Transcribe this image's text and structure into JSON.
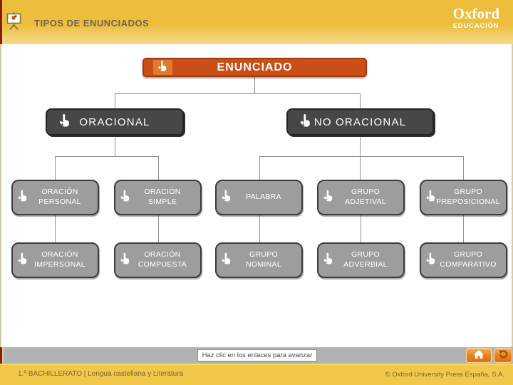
{
  "header": {
    "title": "TIPOS DE ENUNCIADOS",
    "logo": {
      "brand": "Oxford",
      "sub": "EDUCACIÓN"
    }
  },
  "diagram": {
    "root_label": "ENUNCIADO",
    "branches": [
      {
        "label": "ORACIONAL"
      },
      {
        "label": "NO ORACIONAL"
      }
    ],
    "cells": [
      [
        "ORACIÓN\nPERSONAL",
        "ORACIÓN\nSIMPLE",
        "PALABRA",
        "GRUPO\nADJETIVAL",
        "GRUPO\nPREPOSICIONAL"
      ],
      [
        "ORACIÓN\nIMPERSONAL",
        "ORACIÓN\nCOMPUESTA",
        "GRUPO\nNOMINAL",
        "GRUPO\nADVERBIAL",
        "GRUPO\nCOMPARATIVO"
      ]
    ]
  },
  "hint": {
    "text": "Haz clic en los enlaces para avanzar"
  },
  "footer": {
    "course": "1.º BACHILLERATO | Lengua castellana y Literatura",
    "copyright": "© Oxford University Press España, S.A."
  },
  "icons": {
    "easel": "presentation-board",
    "hand": "hand-pointer-plus",
    "home": "house",
    "back": "undo-arrow"
  },
  "colors": {
    "root_box": "#cc4e17",
    "branch_box": "#474747",
    "cell_box": "#9d9d9d",
    "header_gold": "#edbd3c",
    "footer_gold": "#f2c84b",
    "accent_maroon": "#8e1a10",
    "band_gray": "#b2b2b2",
    "button_orange": "#e8821f"
  }
}
